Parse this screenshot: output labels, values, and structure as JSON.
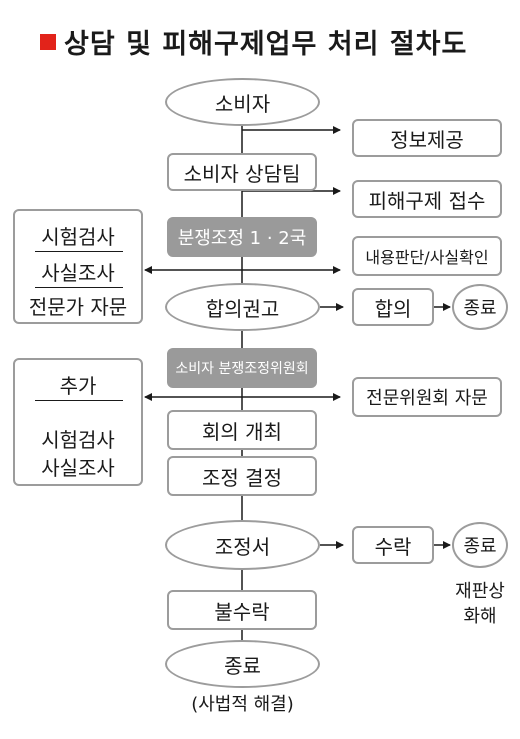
{
  "title": "상담 및 피해구제업무 처리 절차도",
  "colors": {
    "title_mark": "#e2231a",
    "box_border": "#9c9c9c",
    "dark_box": "#9a9a9a",
    "line": "#1a1a1a"
  },
  "flow": {
    "consumer": "소비자",
    "counsel_team": "소비자 상담팀",
    "dispute_bureau": "분쟁조정 1 · 2국",
    "agreement_recommend": "합의권고",
    "committee": "소비자 분쟁조정위원회",
    "meeting": "회의 개최",
    "decision": "조정 결정",
    "mediation_doc": "조정서",
    "reject": "불수락",
    "end": "종료",
    "end_note": "(사법적 해결)"
  },
  "right": {
    "info": "정보제공",
    "relief": "피해구제 접수",
    "judge": "내용판단/사실확인",
    "agree": "합의",
    "agree_end": "종료",
    "expert": "전문위원회 자문",
    "accept": "수락",
    "accept_end": "종료",
    "accept_note_1": "재판상",
    "accept_note_2": "화해"
  },
  "left": {
    "box1": [
      "시험검사",
      "사실조사",
      "전문가 자문"
    ],
    "box2": [
      "추가",
      "시험검사",
      "사실조사"
    ]
  }
}
